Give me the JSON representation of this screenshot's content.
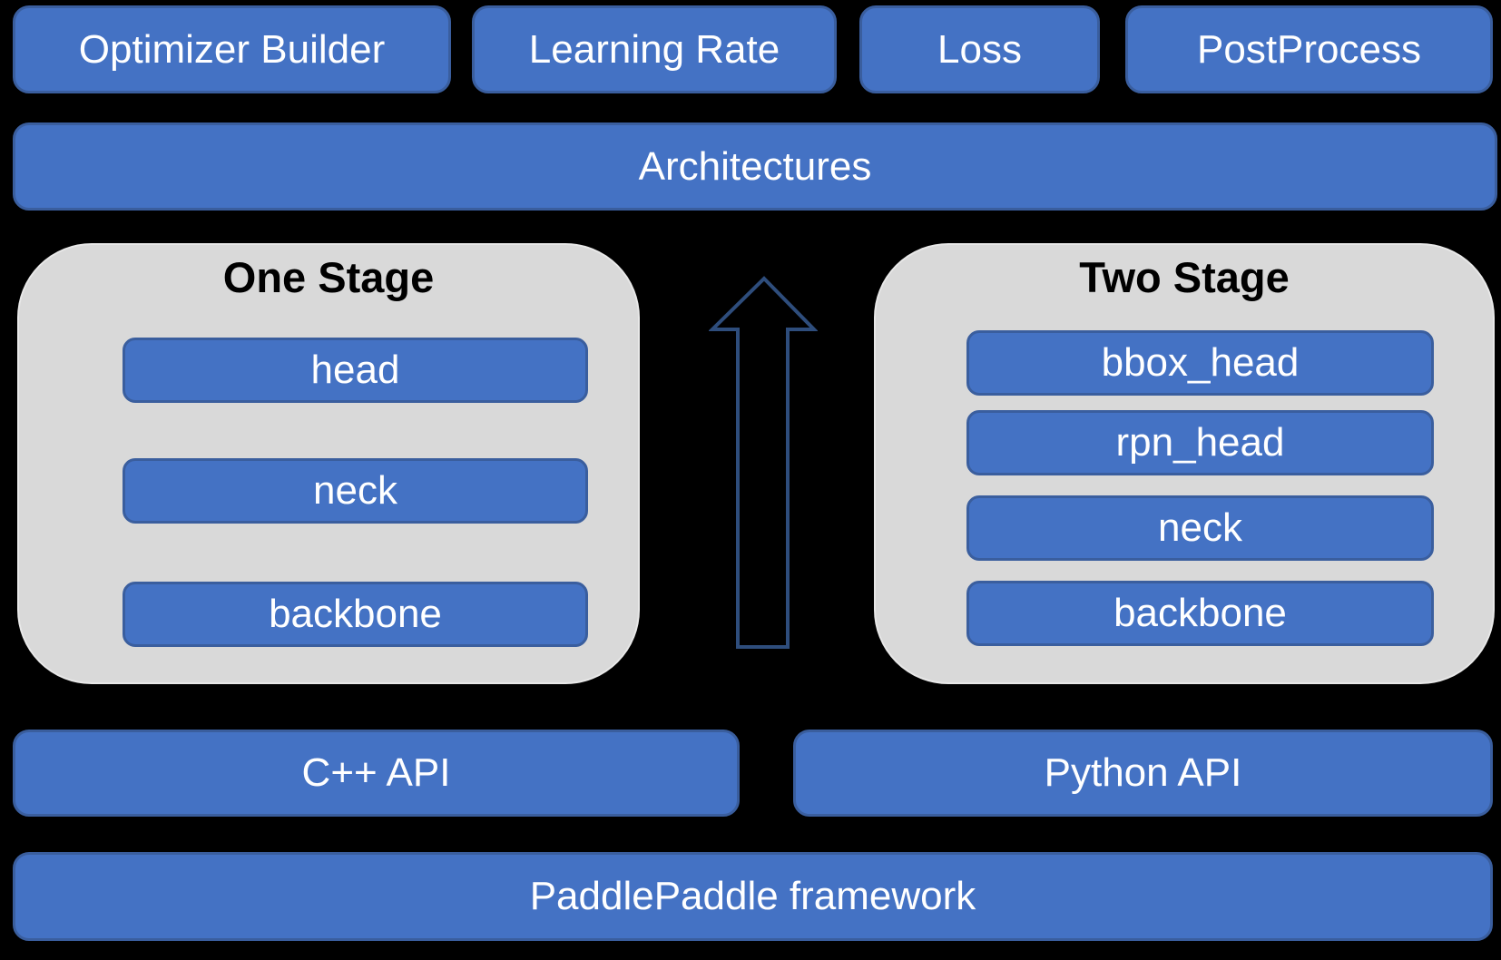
{
  "diagram": {
    "top_row": [
      {
        "label": "Optimizer Builder"
      },
      {
        "label": "Learning Rate"
      },
      {
        "label": "Loss"
      },
      {
        "label": "PostProcess"
      }
    ],
    "architectures": {
      "label": "Architectures"
    },
    "one_stage": {
      "title": "One Stage",
      "layers": [
        {
          "label": "head"
        },
        {
          "label": "neck"
        },
        {
          "label": "backbone"
        }
      ]
    },
    "two_stage": {
      "title": "Two Stage",
      "layers": [
        {
          "label": "bbox_head"
        },
        {
          "label": "rpn_head"
        },
        {
          "label": "neck"
        },
        {
          "label": "backbone"
        }
      ]
    },
    "arrow": {
      "meaning": "one-stage-and-two-stage-feed-into-architectures"
    },
    "api_row": [
      {
        "label": "C++ API"
      },
      {
        "label": "Python API"
      }
    ],
    "framework": {
      "label": "PaddlePaddle framework"
    },
    "colors": {
      "background": "#000000",
      "box_fill": "#4472c4",
      "box_border": "#3a5e9e",
      "panel_fill": "#d9d9d9",
      "arrow_stroke": "#2e4d7c",
      "text_on_blue": "#ffffff",
      "text_on_gray": "#000000"
    }
  }
}
